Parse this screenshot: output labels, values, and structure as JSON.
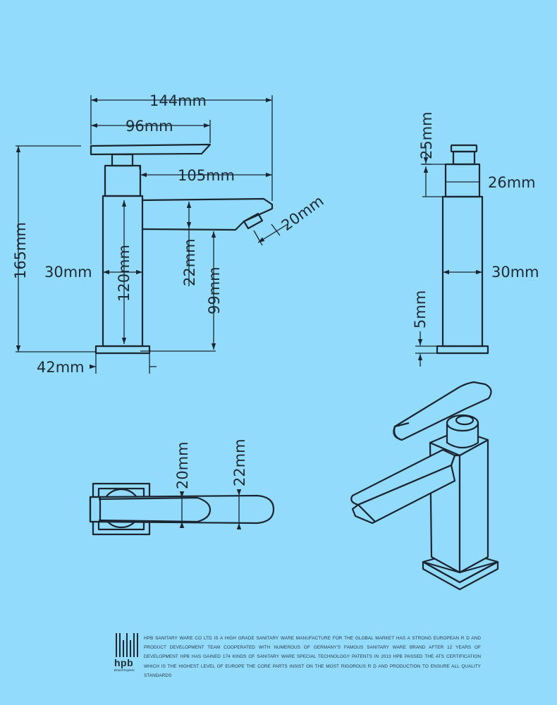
{
  "dimensions": {
    "side_total_width": "144mm",
    "side_handle_width": "96mm",
    "side_spout_reach": "105mm",
    "side_spout_tip": "20mm",
    "side_total_height": "165mm",
    "side_body_height": "120mm",
    "side_body_width": "30mm",
    "side_spout_thickness": "22mm",
    "side_spout_height": "99mm",
    "side_base_width": "42mm",
    "front_cap_height": "25mm",
    "front_neck_width": "26mm",
    "front_body_width": "30mm",
    "front_base_height": "5mm",
    "top_handle_width": "20mm",
    "top_spout_width": "22mm"
  },
  "footer": {
    "logo_text": "hpb",
    "logo_tagline": "Brand Experts",
    "description": "HPB SANITARY WARE CO  LTD IS A HIGH GRADE SANITARY WARE MANUFACTURE FOR THE GLOBAL MARKET  HAS A STRONG EUROPEAN R  D AND PRODUCT DEVELOPMENT TEAM COOPERATED WITH NUMEROUS OF GERMANY'S FAMOUS SANITARY WARE BRAND AFTER 12 YEARS OF DEVELOPMENT HPB HAS GAINED 174 KINDS OF SANITARY WARE SPECIAL TECHNOLOGY PATENTS IN 2013 HPB PASSED THE ATS CERTIFICATION WHICH IS THE HIGHEST LEVEL OF EUROPE THE CORE PARTS INSIST ON THE MOST RIGOROUS R  D AND PRODUCTION TO ENSURE ALL QUALITY STANDARDS"
  }
}
